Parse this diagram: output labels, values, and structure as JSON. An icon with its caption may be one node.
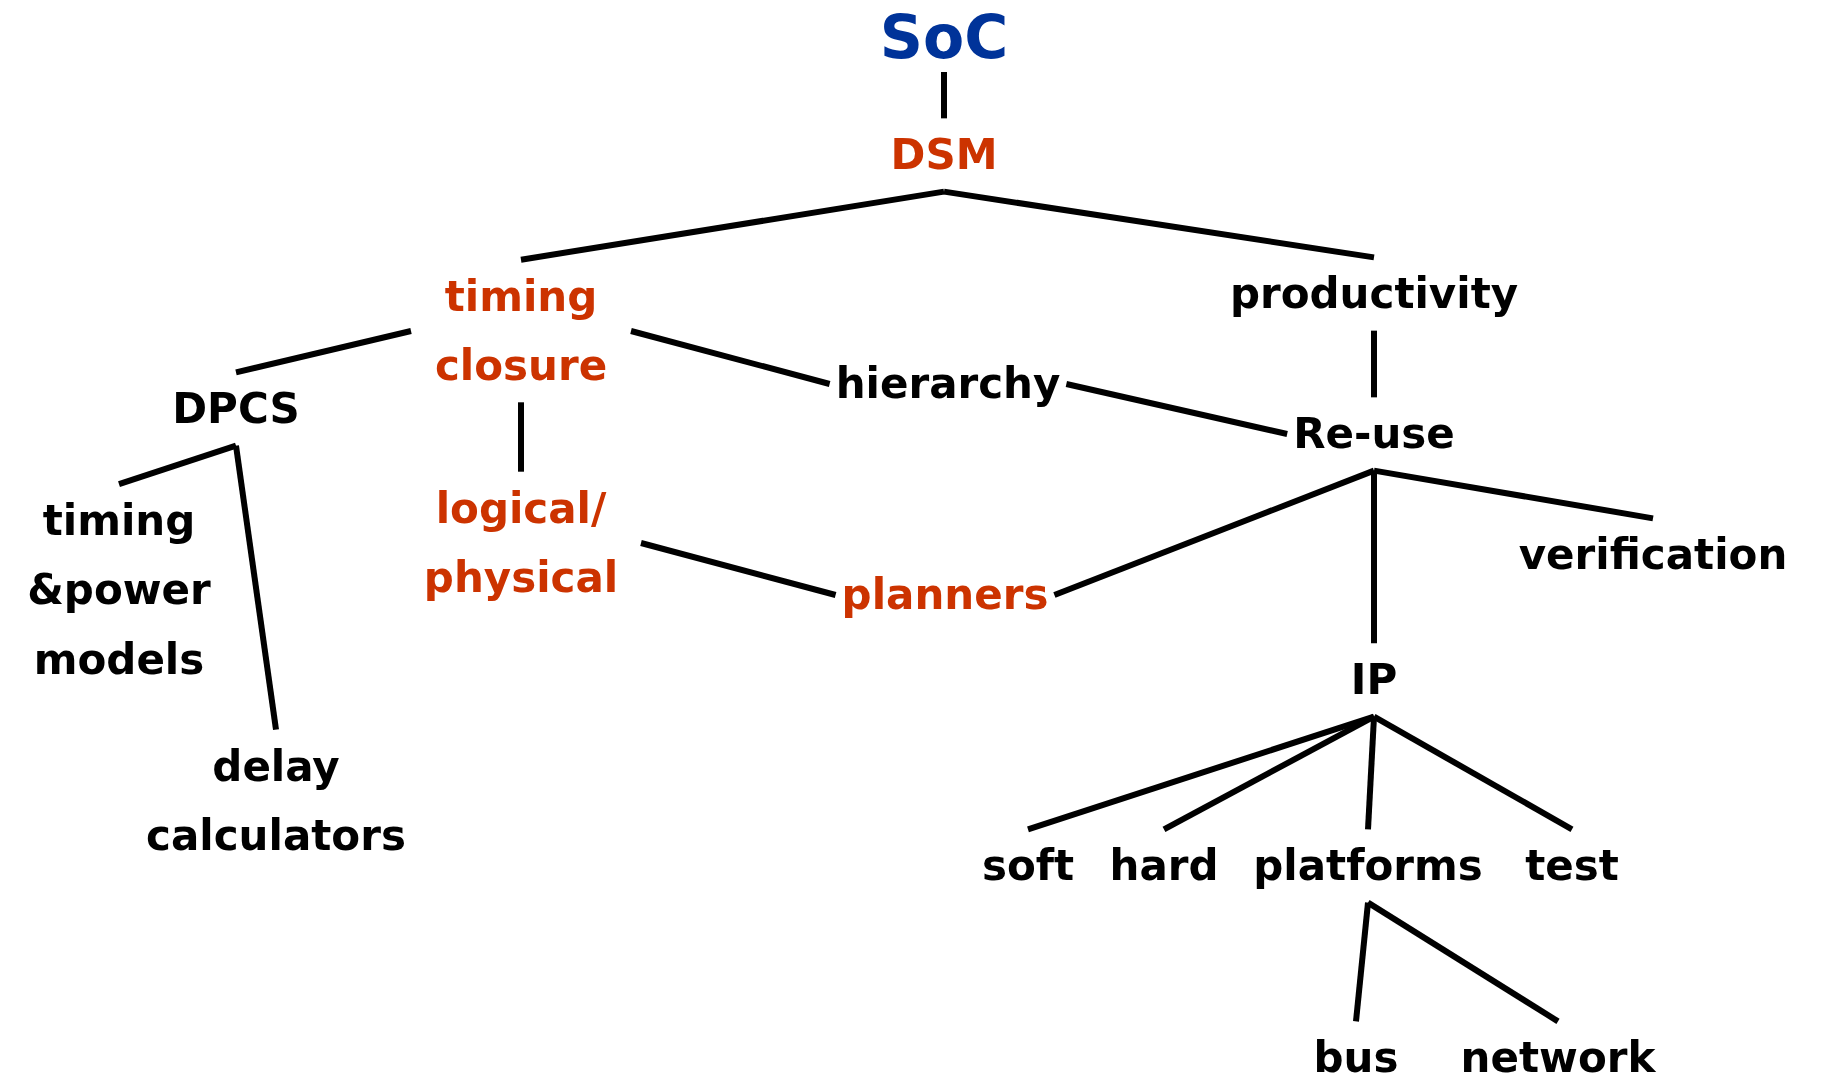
{
  "diagram": {
    "nodes": [
      {
        "text": [
          "SoC"
        ]
      },
      {
        "text": [
          "DSM"
        ]
      },
      {
        "text": [
          "timing closure"
        ]
      },
      {
        "text": [
          "productivity"
        ]
      },
      {
        "text": [
          "DPCS"
        ]
      },
      {
        "text": [
          "hierarchy"
        ]
      },
      {
        "text": [
          "Re-use"
        ]
      },
      {
        "text": [
          "timing &power models"
        ]
      },
      {
        "text": [
          "delay calculators"
        ]
      },
      {
        "text": [
          "logical/ physical"
        ]
      },
      {
        "text": [
          "planners"
        ]
      },
      {
        "text": [
          "verification"
        ]
      },
      {
        "text": [
          "IP"
        ]
      },
      {
        "text": [
          "soft"
        ]
      },
      {
        "text": [
          "hard"
        ]
      },
      {
        "text": [
          "platforms"
        ]
      },
      {
        "text": [
          "test"
        ]
      },
      {
        "text": [
          "bus"
        ]
      },
      {
        "text": [
          "network"
        ]
      }
    ],
    "edges": [
      {
        "from": 0,
        "to": 1,
        "arrow": "none"
      },
      {
        "from": 1,
        "to": 2,
        "arrow": "none"
      },
      {
        "from": 1,
        "to": 3,
        "arrow": "none"
      },
      {
        "from": 2,
        "to": 4,
        "arrow": "none"
      },
      {
        "from": 2,
        "to": 5,
        "arrow": "none"
      },
      {
        "from": 2,
        "to": 9,
        "arrow": "none"
      },
      {
        "from": 4,
        "to": 7,
        "arrow": "none"
      },
      {
        "from": 4,
        "to": 8,
        "arrow": "none"
      },
      {
        "from": 5,
        "to": 6,
        "arrow": "none"
      },
      {
        "from": 3,
        "to": 6,
        "arrow": "none"
      },
      {
        "from": 9,
        "to": 10,
        "arrow": "none"
      },
      {
        "from": 6,
        "to": 10,
        "arrow": "none"
      },
      {
        "from": 6,
        "to": 11,
        "arrow": "none"
      },
      {
        "from": 6,
        "to": 12,
        "arrow": "none"
      },
      {
        "from": 12,
        "to": 13,
        "arrow": "none"
      },
      {
        "from": 12,
        "to": 14,
        "arrow": "none"
      },
      {
        "from": 12,
        "to": 15,
        "arrow": "none"
      },
      {
        "from": 12,
        "to": 16,
        "arrow": "none"
      },
      {
        "from": 15,
        "to": 17,
        "arrow": "none"
      },
      {
        "from": 15,
        "to": 18,
        "arrow": "none"
      }
    ]
  }
}
